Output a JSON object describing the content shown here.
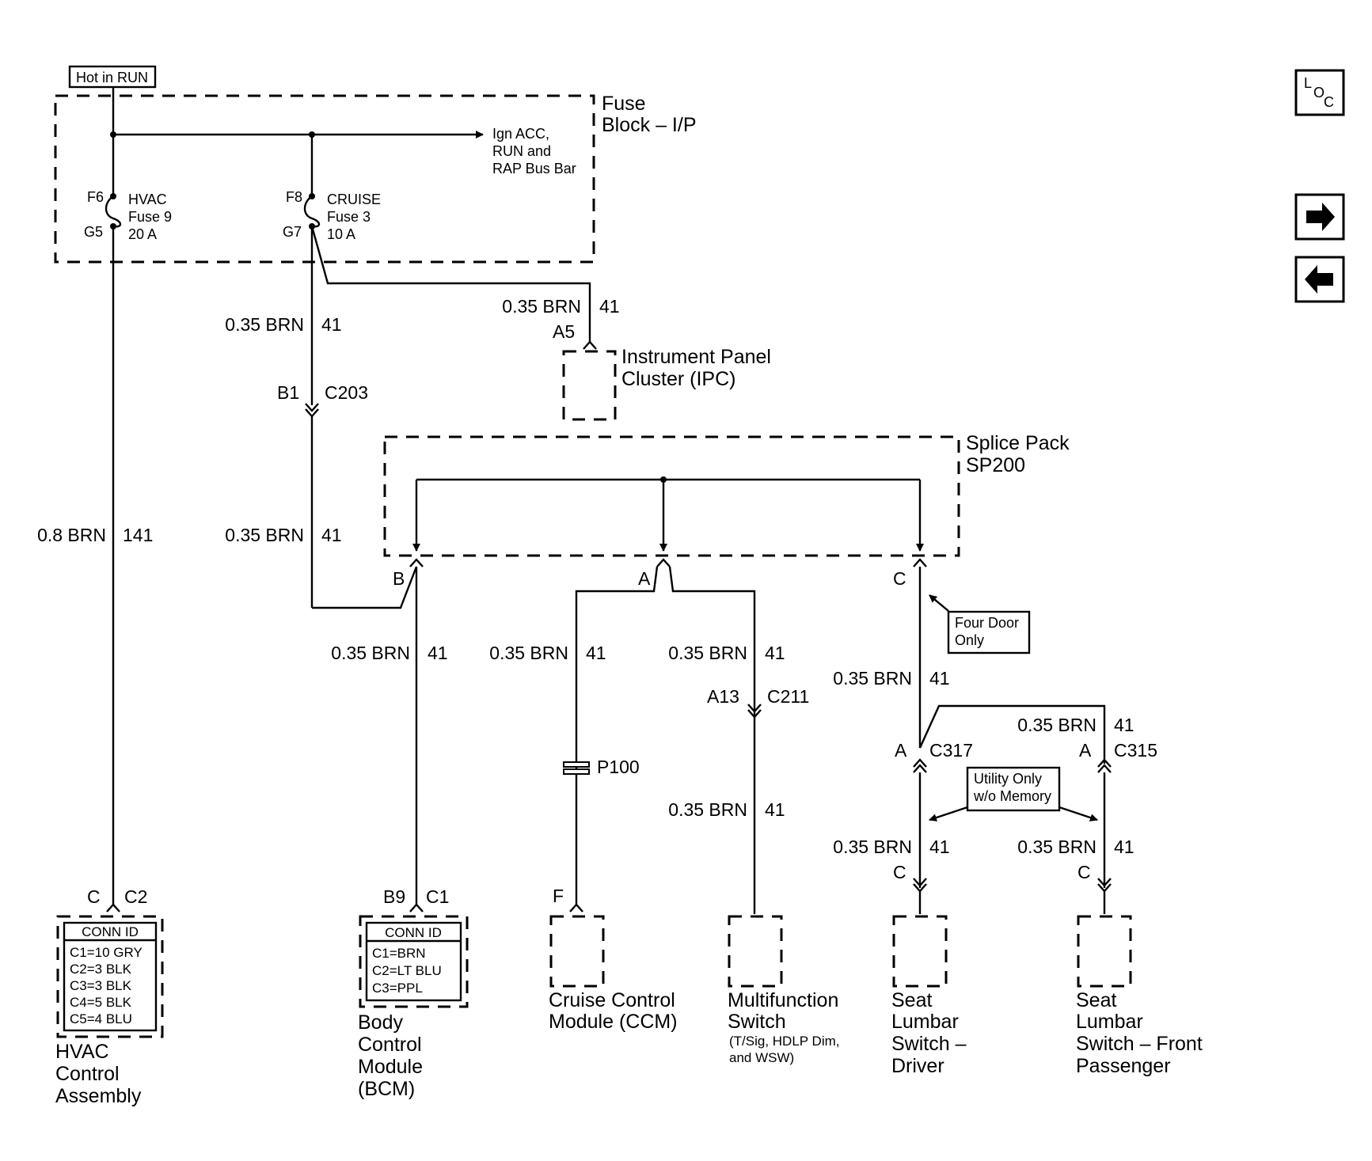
{
  "header": {
    "hot_label": "Hot in RUN"
  },
  "fuse_block": {
    "name": [
      "Fuse",
      "Block – I/P"
    ],
    "bus_label": [
      "Ign ACC,",
      "RUN and",
      "RAP Bus Bar"
    ],
    "hvac_fuse": {
      "in_pin": "F6",
      "out_pin": "G5",
      "lines": [
        "HVAC",
        "Fuse 9",
        "20 A"
      ]
    },
    "cruise_fuse": {
      "in_pin": "F8",
      "out_pin": "G7",
      "lines": [
        "CRUISE",
        "Fuse 3",
        "10 A"
      ]
    }
  },
  "wires": {
    "ipc": {
      "spec": "0.35 BRN",
      "circuit": "41"
    },
    "cruise_upper": {
      "spec": "0.35 BRN",
      "circuit": "41"
    },
    "cruise_lower": {
      "spec": "0.35 BRN",
      "circuit": "41"
    },
    "hvac": {
      "spec": "0.8 BRN",
      "circuit": "141"
    },
    "bcm": {
      "spec": "0.35 BRN",
      "circuit": "41"
    },
    "ccm": {
      "spec": "0.35 BRN",
      "circuit": "41"
    },
    "mfs_upper": {
      "spec": "0.35 BRN",
      "circuit": "41"
    },
    "mfs_lower": {
      "spec": "0.35 BRN",
      "circuit": "41"
    },
    "seat_main": {
      "spec": "0.35 BRN",
      "circuit": "41"
    },
    "seat_pass_upper": {
      "spec": "0.35 BRN",
      "circuit": "41"
    },
    "seat_drv_lower": {
      "spec": "0.35 BRN",
      "circuit": "41"
    },
    "seat_pass_lower": {
      "spec": "0.35 BRN",
      "circuit": "41"
    }
  },
  "ipc": {
    "pin": "A5",
    "name": [
      "Instrument Panel",
      "Cluster (IPC)"
    ]
  },
  "c203": {
    "pin": "B1",
    "connector": "C203"
  },
  "splice_pack": {
    "name": [
      "Splice Pack",
      "SP200"
    ],
    "pins": [
      "B",
      "A",
      "C"
    ]
  },
  "four_door_note": [
    "Four Door",
    "Only"
  ],
  "c211": {
    "pin": "A13",
    "connector": "C211"
  },
  "p100": {
    "label": "P100"
  },
  "c317": {
    "pin": "A",
    "connector": "C317"
  },
  "c315": {
    "pin": "A",
    "connector": "C315"
  },
  "utility_note": [
    "Utility Only",
    "w/o Memory"
  ],
  "components": {
    "hvac": {
      "pin": "C",
      "connector": "C2",
      "conn_title": "CONN ID",
      "conn_ids": [
        "C1=10 GRY",
        "C2=3 BLK",
        "C3=3 BLK",
        "C4=5 BLK",
        "C5=4 BLU"
      ],
      "name": [
        "HVAC",
        "Control",
        "Assembly"
      ]
    },
    "bcm": {
      "pin": "B9",
      "connector": "C1",
      "conn_title": "CONN ID",
      "conn_ids": [
        "C1=BRN",
        "C2=LT BLU",
        "C3=PPL"
      ],
      "name": [
        "Body",
        "Control",
        "Module",
        "(BCM)"
      ]
    },
    "ccm": {
      "pin": "F",
      "name": [
        "Cruise Control",
        "Module (CCM)"
      ]
    },
    "mfs": {
      "name": [
        "Multifunction",
        "Switch"
      ],
      "sub": [
        "(T/Sig, HDLP Dim,",
        "and WSW)"
      ]
    },
    "seat_driver": {
      "pin": "C",
      "name": [
        "Seat",
        "Lumbar",
        "Switch –",
        "Driver"
      ]
    },
    "seat_passenger": {
      "pin": "C",
      "name": [
        "Seat",
        "Lumbar",
        "Switch – Front",
        "Passenger"
      ]
    }
  },
  "nav": {
    "loc": [
      "L",
      "O",
      "C"
    ],
    "forward": "arrow-right-icon",
    "back": "arrow-left-icon"
  }
}
